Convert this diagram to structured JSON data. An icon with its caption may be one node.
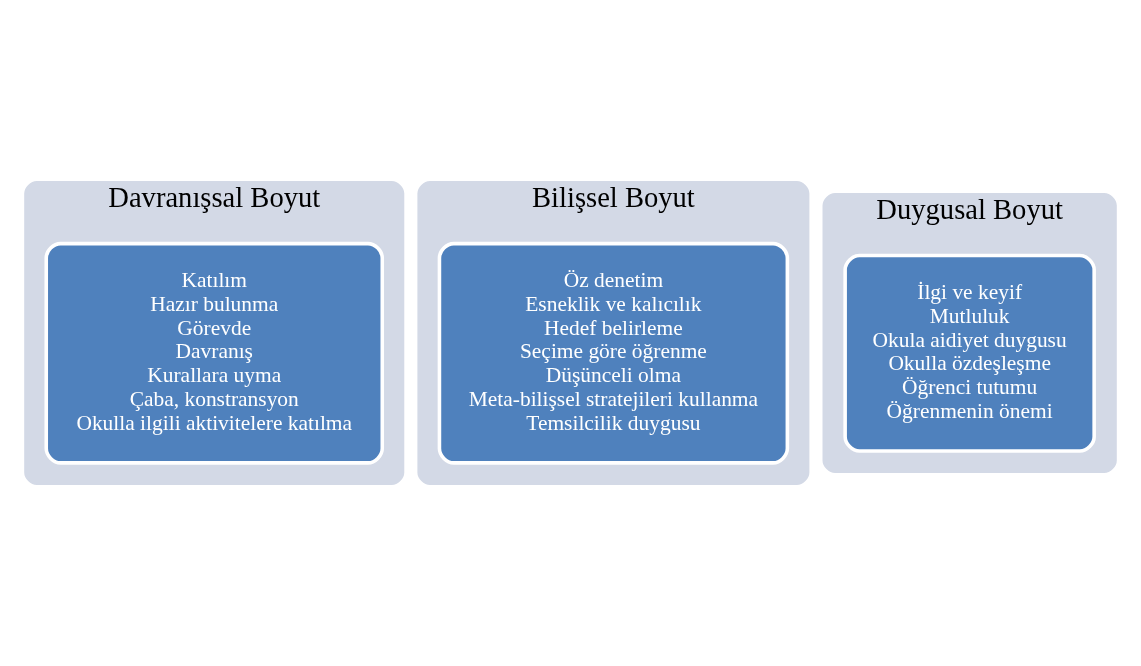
{
  "diagram": {
    "nodes": [
      {
        "text": [
          "Davranışsal Boyut"
        ]
      },
      {
        "text": [
          "Katılım",
          "Hazır bulunma",
          "Görevde",
          "Davranış",
          "Kurallara uyma",
          "Çaba, konstransyon",
          "Okulla ilgili aktivitelere katılma"
        ],
        "in": 0
      },
      {
        "text": [
          "Bilişsel Boyut"
        ]
      },
      {
        "text": [
          "Öz denetim",
          "Esneklik ve kalıcılık",
          "Hedef belirleme",
          "Seçime göre öğrenme",
          "Düşünceli olma",
          "Meta-bilişsel stratejileri kullanma",
          "Temsilcilik duygusu"
        ],
        "in": 2
      },
      {
        "text": [
          "Duygusal Boyut"
        ]
      },
      {
        "text": [
          "İlgi ve keyif",
          "Mutluluk",
          "Okula aidiyet duygusu",
          "Okulla özdeşleşme",
          "Öğrenci tutumu",
          "Öğrenmenin önemi"
        ],
        "in": 4
      }
    ]
  }
}
